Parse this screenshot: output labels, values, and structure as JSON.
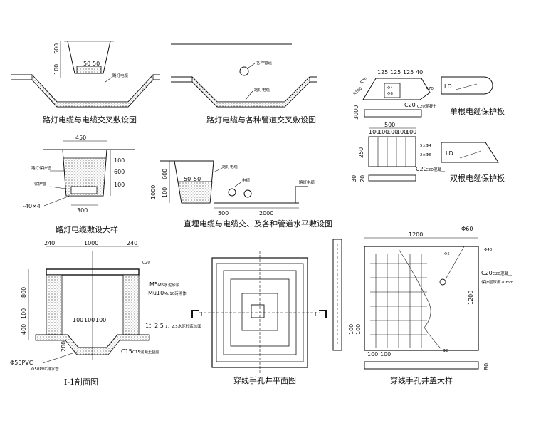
{
  "captions": {
    "d1": "路灯电缆与电缆交叉敷设图",
    "d2": "路灯电缆与各种管道交叉敷设图",
    "d3": "路灯电缆敷设大样",
    "d4": "直埋电缆与电缆交、及各种管道水平敷设图",
    "d5": "单根电缆保护板",
    "d6": "双根电缆保护板",
    "d7": "I-1剖面图",
    "d8": "穿线手孔井平面图",
    "d9": "穿线手孔井盖大样"
  },
  "dims_d1": [
    "500",
    "100",
    "50",
    "50"
  ],
  "labels_d1": [
    "路灯电缆"
  ],
  "labels_d2": [
    "各种管道",
    "路灯电缆"
  ],
  "dims_d3": [
    "450",
    "100",
    "600",
    "100",
    "300",
    "-40×4"
  ],
  "labels_d3": [
    "路灯保护管",
    "保护管"
  ],
  "dims_d4": [
    "600",
    "100",
    "50",
    "50",
    "1000",
    "500",
    "2000"
  ],
  "labels_d4": [
    "路灯电缆",
    "电缆",
    "路灯电缆"
  ],
  "dims_d5": [
    "125",
    "125",
    "125",
    "40",
    "R70",
    "R100",
    "R70",
    "Φ4",
    "Φ6",
    "C20",
    "3000",
    "LD"
  ],
  "labels_d5": [
    "C20混凝土"
  ],
  "dims_d6": [
    "500",
    "100",
    "100",
    "100",
    "100",
    "100",
    "5×Φ4",
    "2×Φ6",
    "C20",
    "250",
    "30",
    "20",
    "LD"
  ],
  "labels_d6": [
    "C20混凝土"
  ],
  "dims_d7": [
    "240",
    "1000",
    "240",
    "800",
    "100",
    "400",
    "100",
    "100",
    "100",
    "200",
    "C20",
    "M5",
    "Mu10",
    "1：2.5",
    "C15",
    "Φ50PVC"
  ],
  "labels_d7": [
    "M5水泥砂浆",
    "Mu10砖砌体",
    "1：2.5水泥砂浆抹面",
    "C15混凝土垫层",
    "Φ50PVC排水管"
  ],
  "dims_d8": [
    "I",
    "I"
  ],
  "dims_d9": [
    "1200",
    "Φ60",
    "Φ5",
    "Φ40",
    "C20",
    "1200",
    "20mm",
    "100",
    "100",
    "100",
    "100",
    "Φ8",
    "80"
  ],
  "labels_d9": [
    "C20混凝土",
    "保护层厚度20mm"
  ]
}
